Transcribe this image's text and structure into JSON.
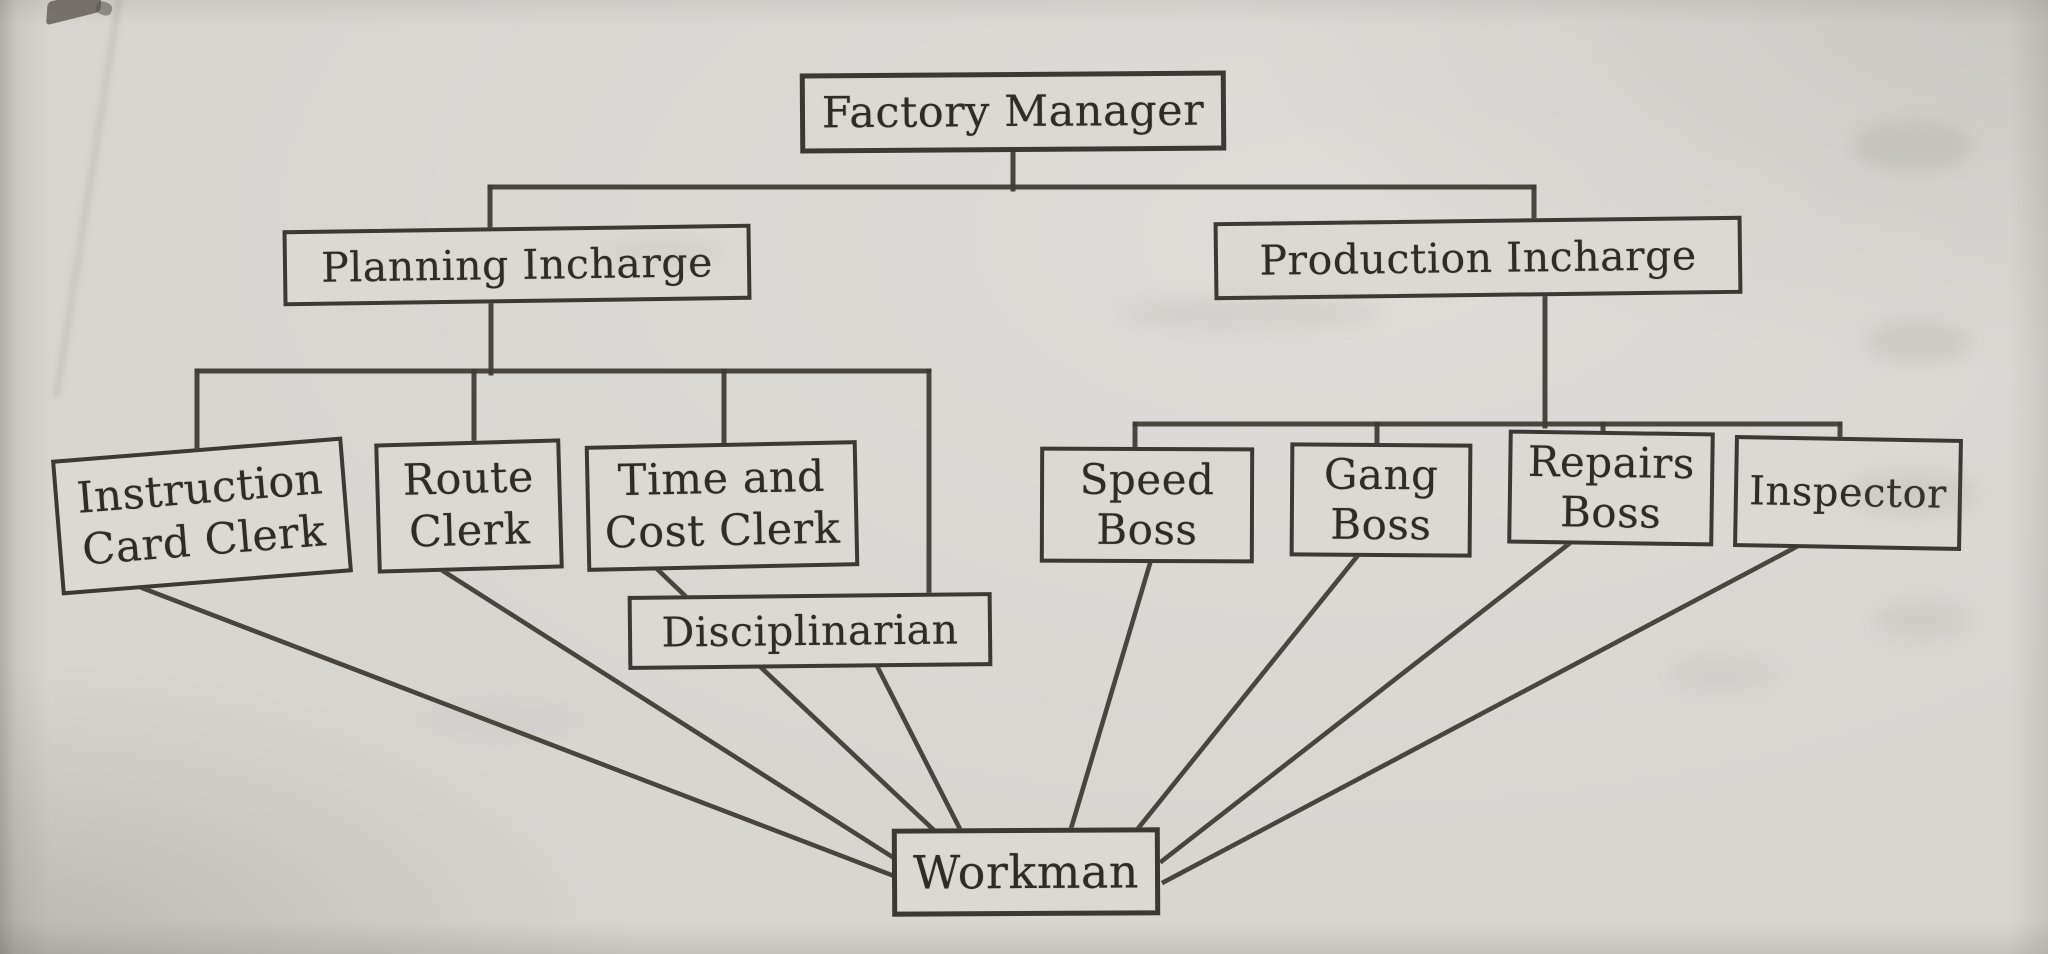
{
  "figure": {
    "type": "organization-chart",
    "nodes": {
      "factory_manager": {
        "label": "Factory Manager"
      },
      "planning_incharge": {
        "label": "Planning Incharge"
      },
      "production_incharge": {
        "label": "Production Incharge"
      },
      "instruction_card_clerk": {
        "line1": "Instruction",
        "line2": "Card Clerk"
      },
      "route_clerk": {
        "line1": "Route",
        "line2": "Clerk"
      },
      "time_cost_clerk": {
        "line1": "Time and",
        "line2": "Cost Clerk"
      },
      "disciplinarian": {
        "label": "Disciplinarian"
      },
      "speed_boss": {
        "line1": "Speed",
        "line2": "Boss"
      },
      "gang_boss": {
        "line1": "Gang",
        "line2": "Boss"
      },
      "repairs_boss": {
        "line1": "Repairs",
        "line2": "Boss"
      },
      "inspector": {
        "label": "Inspector"
      },
      "workman": {
        "label": "Workman"
      }
    },
    "edges": [
      {
        "from": "Factory Manager",
        "to": "Planning Incharge"
      },
      {
        "from": "Factory Manager",
        "to": "Production Incharge"
      },
      {
        "from": "Planning Incharge",
        "to": "Instruction Card Clerk"
      },
      {
        "from": "Planning Incharge",
        "to": "Route Clerk"
      },
      {
        "from": "Planning Incharge",
        "to": "Time and Cost Clerk"
      },
      {
        "from": "Planning Incharge",
        "to": "Disciplinarian"
      },
      {
        "from": "Production Incharge",
        "to": "Speed Boss"
      },
      {
        "from": "Production Incharge",
        "to": "Gang Boss"
      },
      {
        "from": "Production Incharge",
        "to": "Repairs Boss"
      },
      {
        "from": "Production Incharge",
        "to": "Inspector"
      },
      {
        "from": "Instruction Card Clerk",
        "to": "Workman"
      },
      {
        "from": "Route Clerk",
        "to": "Workman"
      },
      {
        "from": "Time and Cost Clerk",
        "to": "Workman"
      },
      {
        "from": "Disciplinarian",
        "to": "Workman"
      },
      {
        "from": "Speed Boss",
        "to": "Workman"
      },
      {
        "from": "Gang Boss",
        "to": "Workman"
      },
      {
        "from": "Repairs Boss",
        "to": "Workman"
      },
      {
        "from": "Inspector",
        "to": "Workman"
      }
    ],
    "colors": {
      "paper": "#d8d6d1",
      "ink": "#3c3a33",
      "text": "#2e2c27",
      "box_fill": "#dbd9d4"
    }
  }
}
